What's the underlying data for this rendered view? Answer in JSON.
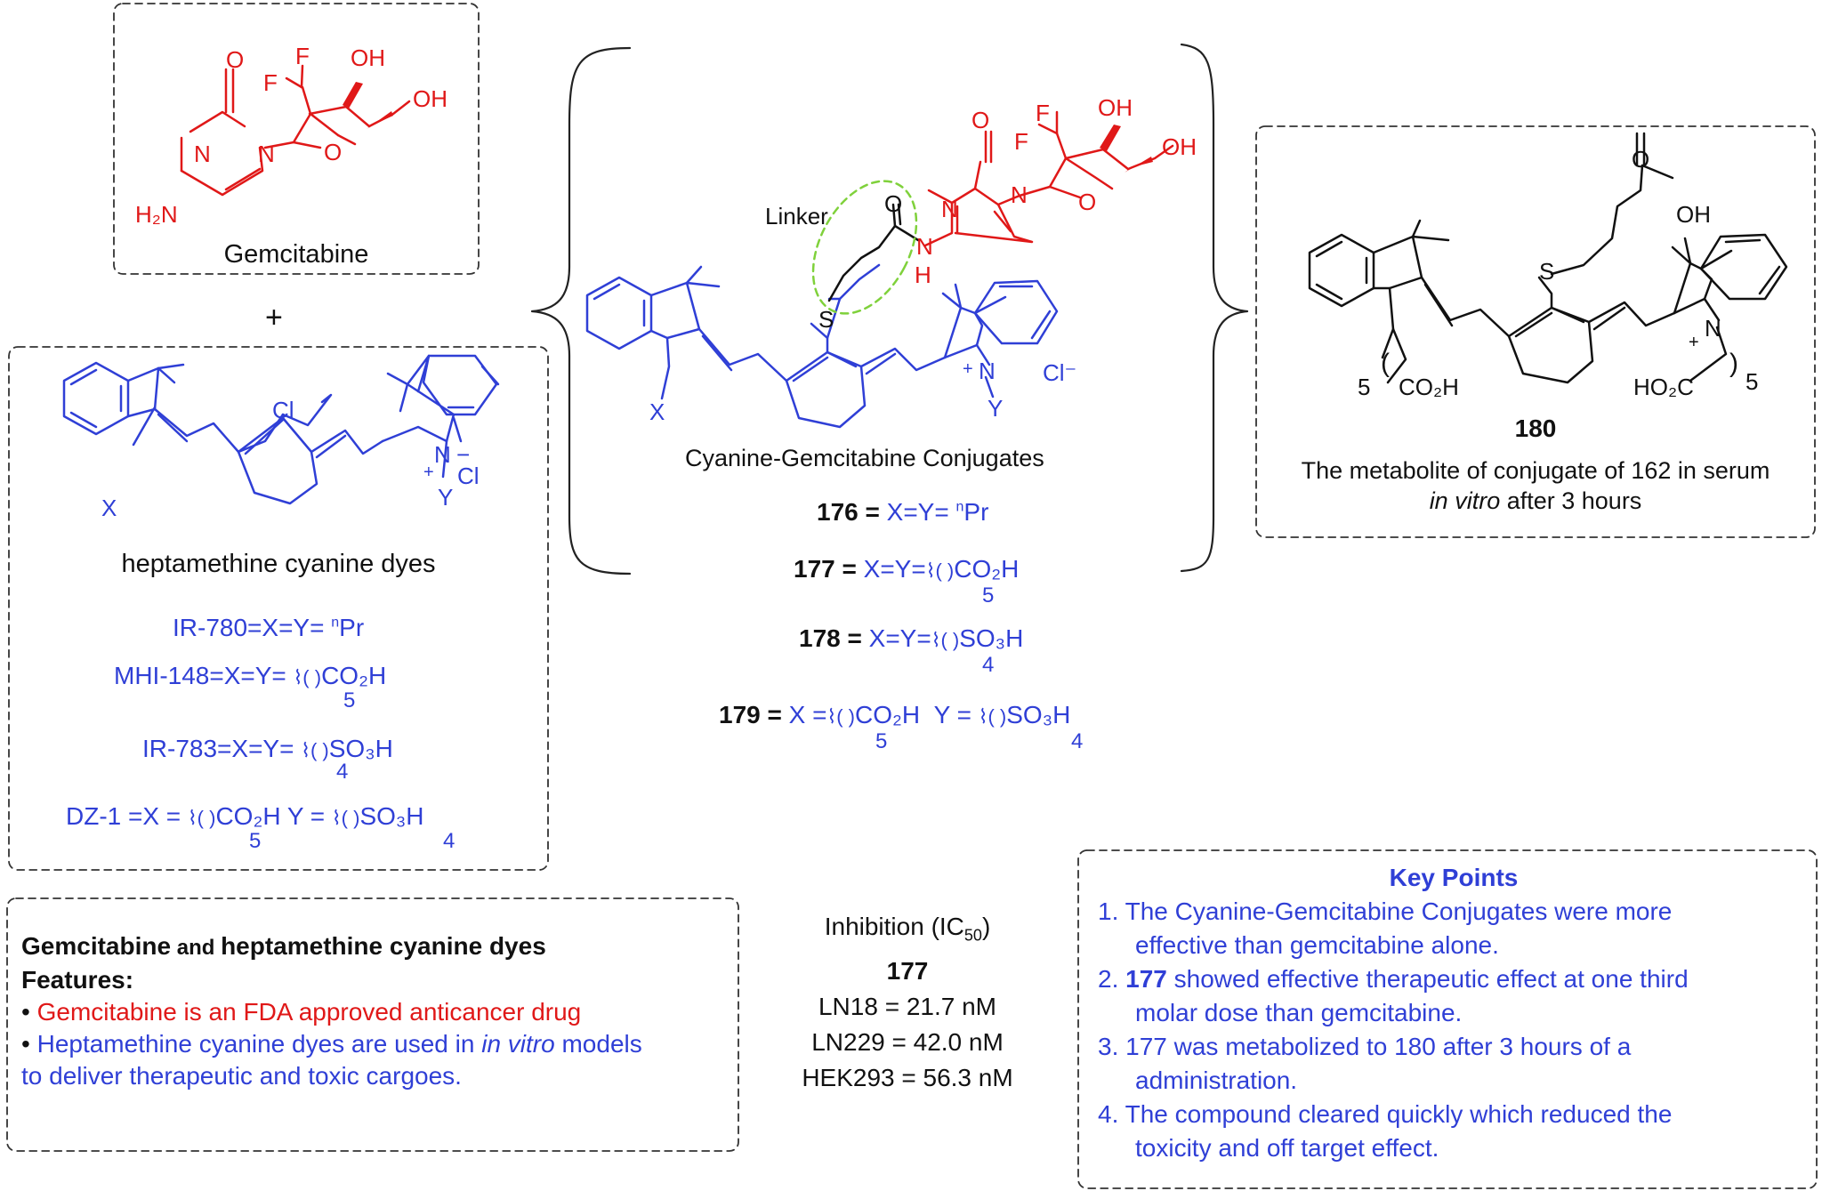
{
  "colors": {
    "red": "#e01818",
    "blue": "#2f3fd6",
    "green": "#7fd13b",
    "black": "#111111"
  },
  "gemcitabine_box": {
    "label": "Gemcitabine",
    "atoms": {
      "o_carbonyl": "O",
      "n_ring": "N",
      "n1": "N",
      "h2n": "H₂N",
      "f1": "F",
      "f2": "F",
      "oh_top": "OH",
      "oh_right": "OH",
      "o_ring": "O"
    }
  },
  "plus_sign": "+",
  "dyes_box": {
    "label": "heptamethine cyanine dyes",
    "atoms": {
      "cl": "Cl",
      "x": "X",
      "n": "N",
      "minus": "−",
      "plus": "+",
      "cl_ion": "Cl",
      "y": "Y"
    },
    "rows": [
      {
        "prefix": "IR-780=X=Y= ",
        "sub": "n",
        "tail": "Pr"
      },
      {
        "prefix": "MHI-148=X=Y= ",
        "group": "CO₂H",
        "count": "5"
      },
      {
        "prefix": "IR-783=X=Y= ",
        "group": "SO₃H",
        "count": "4"
      },
      {
        "prefix": "DZ-1 =X = ",
        "group": "CO₂H",
        "count": "5",
        "y_prefix": "Y = ",
        "y_group": "SO₃H",
        "y_count": "4"
      }
    ]
  },
  "conjugate": {
    "linker_label": "Linker",
    "caption": "Cyanine-Gemcitabine Conjugates",
    "atoms": {
      "o_linker": "O",
      "h": "H",
      "n_amide": "N",
      "s": "S",
      "x": "X",
      "n": "N",
      "plus": "+",
      "y": "Y",
      "cl": "Cl⁻",
      "f1": "F",
      "f2": "F",
      "oh_top": "OH",
      "oh_right": "OH",
      "o_ring": "O",
      "o_carbonyl": "O",
      "n_ring": "N",
      "n1": "N"
    },
    "compounds": [
      {
        "id": "176 =",
        "def": " X=Y= ",
        "sub": "n",
        "tail": "Pr"
      },
      {
        "id": "177 =",
        "def": " X=Y=",
        "group": "CO₂H",
        "count": "5"
      },
      {
        "id": "178 =",
        "def": " X=Y=",
        "group": "SO₃H",
        "count": "4"
      },
      {
        "id": "179 =",
        "def": " X =",
        "group": "CO₂H",
        "count": "5",
        "y_prefix": "Y = ",
        "y_group": "SO₃H",
        "y_count": "4"
      }
    ]
  },
  "metabolite_box": {
    "number": "180",
    "caption_line1": "The metabolite of conjugate of 162 in serum",
    "caption_italic": "in vitro",
    "caption_line2": " after 3 hours",
    "atoms": {
      "o": "O",
      "oh": "OH",
      "s": "S",
      "n": "N",
      "plus": "+",
      "co2h_left": "CO₂H",
      "ho2c_right": "HO₂C",
      "five_left": "5",
      "five_right": "5",
      "paren_l": "(",
      "paren_r": ")"
    }
  },
  "features_box": {
    "heading_part1": "Gemcitabine",
    "heading_part2": " and ",
    "heading_part3": "heptamethine cyanine dyes",
    "features_label": "Features:",
    "bullet": "•",
    "item1": " Gemcitabine is an FDA approved anticancer drug",
    "item2_part1": " Heptamethine cyanine dyes are used in ",
    "item2_italic": "in vitro",
    "item2_part2": " models",
    "item2_line2": "to deliver therapeutic and toxic cargoes."
  },
  "inhibition": {
    "title_prefix": "Inhibition (IC",
    "title_sub": "50",
    "title_suffix": ")",
    "compound": "177",
    "rows": [
      "LN18 = 21.7 nM",
      "LN229 = 42.0 nM",
      "HEK293 = 56.3 nM"
    ]
  },
  "key_points": {
    "title": "Key Points",
    "p1_line1": "1. The Cyanine-Gemcitabine Conjugates were more",
    "p1_line2": "effective than gemcitabine alone.",
    "p2_num": "2.  ",
    "p2_bold": "177",
    "p2_line1": " showed effective therapeutic effect at one third",
    "p2_line2": "molar dose than gemcitabine.",
    "p3_line1": "3. 177 was metabolized to 180 after 3 hours of a",
    "p3_line2": "administration.",
    "p4_line1": "4. The compound cleared quickly which reduced the",
    "p4_line2": "toxicity and off target effect."
  }
}
